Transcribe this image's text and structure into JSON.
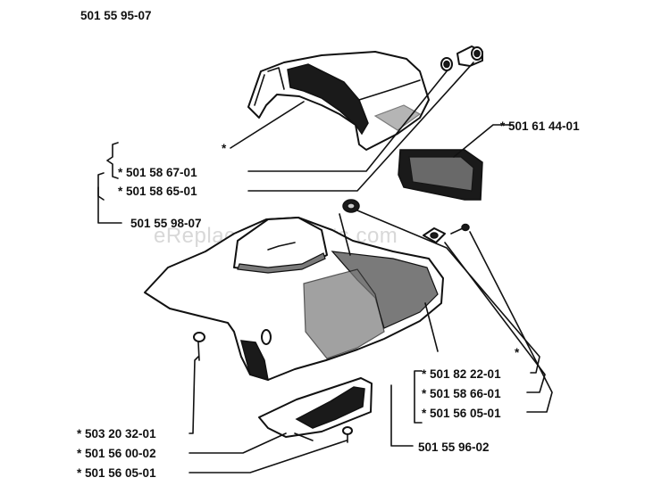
{
  "title": "501 55 95-07",
  "watermark": "eReplacementParts.com",
  "labels": {
    "air_filter": "* 501 61 44-01",
    "cover_asterisk": "*",
    "knob_1": "* 501 58 67-01",
    "knob_2": "* 501 58 65-01",
    "cover_group": "501 55 98-07",
    "housing_asterisk": "*",
    "grommet": "* 501 82 22-01",
    "washer": "* 501 58 66-01",
    "screw_right": "* 501 56 05-01",
    "housing_group": "501 55 96-02",
    "screw_left": "* 503 20 32-01",
    "plate": "* 501 56 00-02",
    "screw_bottom": "* 501 56 05-01"
  }
}
